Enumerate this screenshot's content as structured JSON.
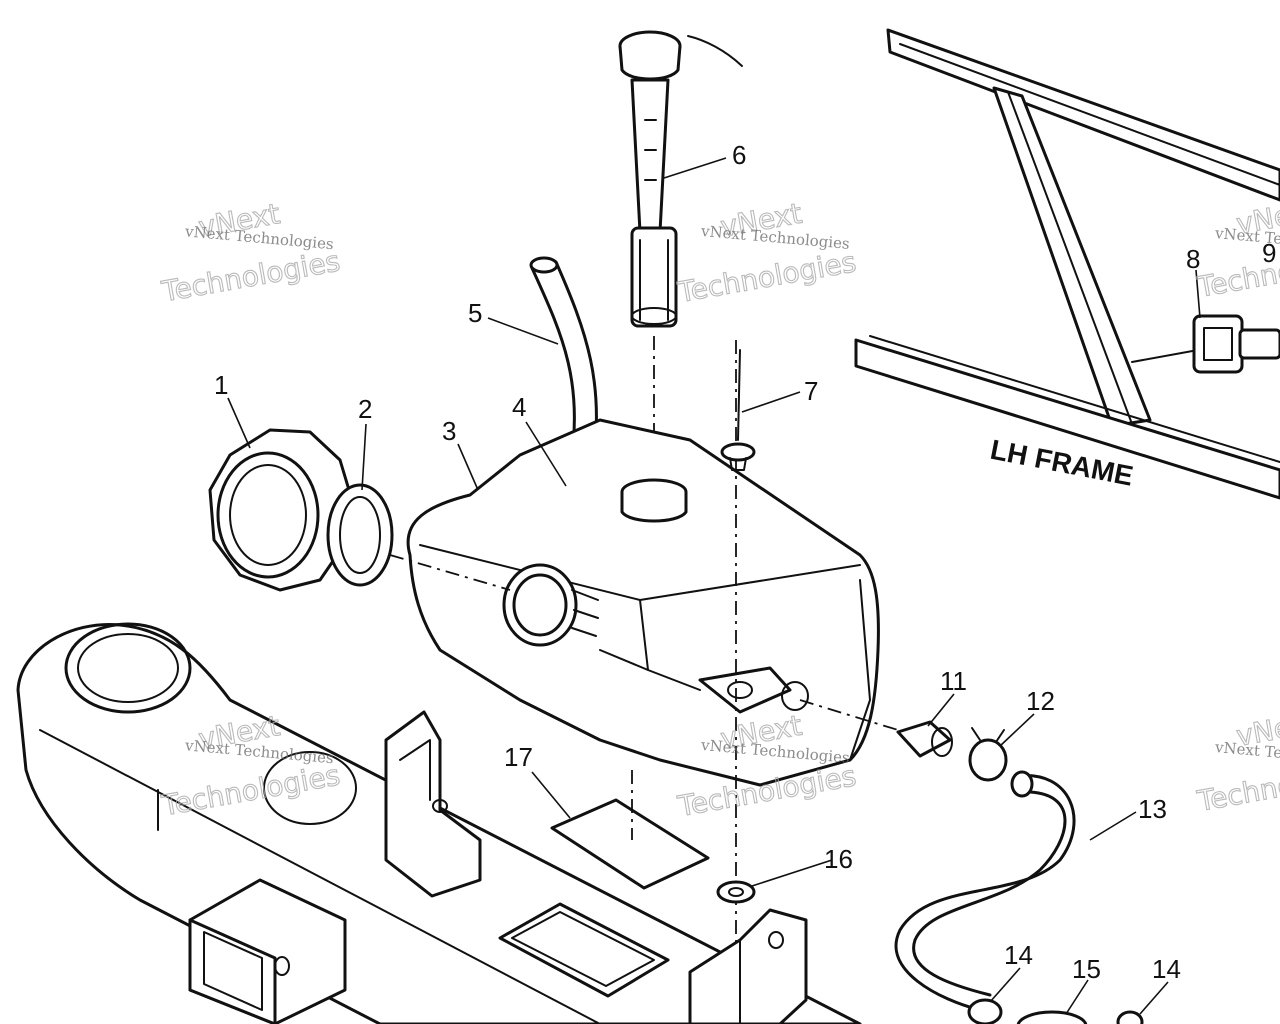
{
  "diagram": {
    "frame_label": "LH FRAME",
    "callouts": [
      {
        "id": "1",
        "text": "1"
      },
      {
        "id": "2",
        "text": "2"
      },
      {
        "id": "3",
        "text": "3"
      },
      {
        "id": "4",
        "text": "4"
      },
      {
        "id": "5",
        "text": "5"
      },
      {
        "id": "6",
        "text": "6"
      },
      {
        "id": "7",
        "text": "7"
      },
      {
        "id": "8",
        "text": "8"
      },
      {
        "id": "9",
        "text": "9"
      },
      {
        "id": "11",
        "text": "11"
      },
      {
        "id": "12",
        "text": "12"
      },
      {
        "id": "13",
        "text": "13"
      },
      {
        "id": "14a",
        "text": "14"
      },
      {
        "id": "14b",
        "text": "14"
      },
      {
        "id": "15",
        "text": "15"
      },
      {
        "id": "16",
        "text": "16"
      },
      {
        "id": "17",
        "text": "17"
      }
    ]
  },
  "watermark": {
    "small_text": "vNext Technologies",
    "big_line1": "vNext",
    "big_line2": "Technologies"
  }
}
